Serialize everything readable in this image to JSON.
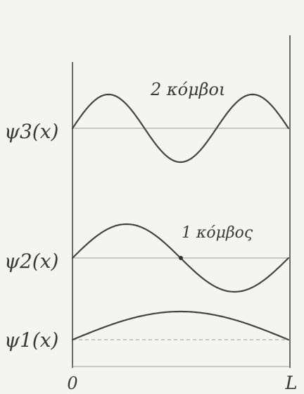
{
  "axis": {
    "origin_label": "0",
    "end_label": "L"
  },
  "wavefunctions": [
    {
      "label": "ψ3(x)",
      "nodes_note": "2 κόμβοι",
      "n": 3,
      "node_count": 2
    },
    {
      "label": "ψ2(x)",
      "nodes_note": "1 κόμβος",
      "n": 2,
      "node_count": 1
    },
    {
      "label": "ψ1(x)",
      "nodes_note": "",
      "n": 1,
      "node_count": 0
    }
  ],
  "colors": {
    "paper": "#f4f4f3",
    "pencil": "#444444"
  }
}
